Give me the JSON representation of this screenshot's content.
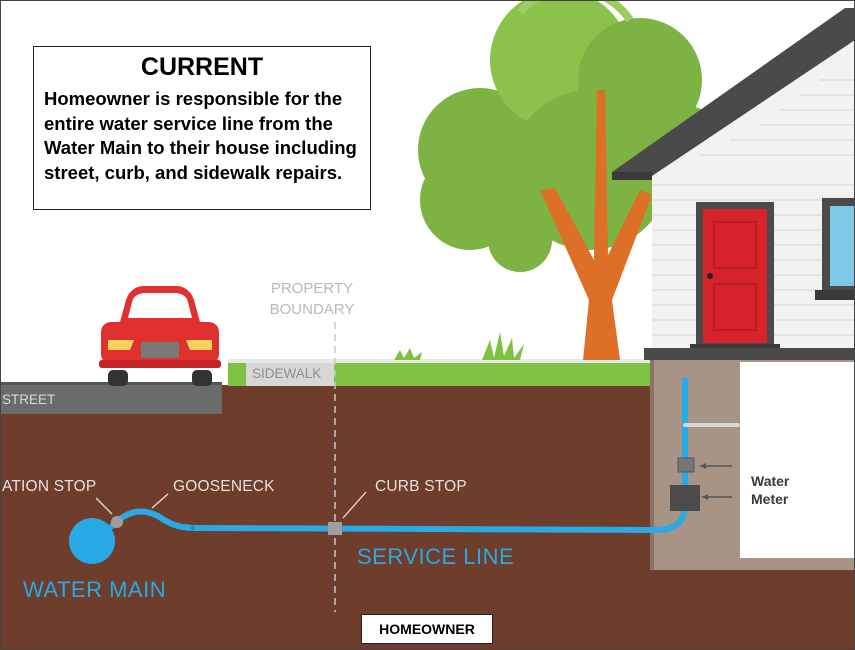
{
  "callout": {
    "title": "CURRENT",
    "body": "Homeowner is responsible for the entire water service line from the Water Main to their house including street, curb, and sidewalk repairs."
  },
  "labels": {
    "property_boundary_line1": "PROPERTY",
    "property_boundary_line2": "BOUNDARY",
    "street": "STREET",
    "sidewalk": "SIDEWALK",
    "corporation_stop": "ATION STOP",
    "gooseneck": "GOOSENECK",
    "curb_stop": "CURB STOP",
    "service_line": "SERVICE LINE",
    "water_main": "WATER MAIN",
    "water_meter_line1": "Water",
    "water_meter_line2": "Meter",
    "homeowner": "HOMEOWNER"
  },
  "icons": [
    "car-icon",
    "tree-icon",
    "house-icon",
    "door-icon",
    "window-icon",
    "grass-tuft-icon",
    "water-meter-icon",
    "valve-icon"
  ],
  "colors": {
    "soil": "#6e3d2c",
    "grass": "#7fc243",
    "pipe": "#29a9e6",
    "car": "#e03030",
    "door": "#d6222b",
    "tree_canopy": "#7cb342",
    "tree_trunk": "#dd6f26",
    "roof": "#4a4a4a",
    "street": "#6b6b6b",
    "sidewalk": "#d7d7d7"
  }
}
